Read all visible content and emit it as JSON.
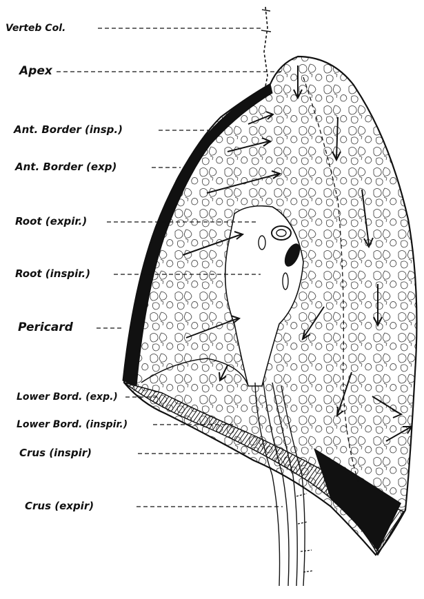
{
  "figure": {
    "ink_color": "#111111",
    "paper_color": "#ffffff",
    "labels": {
      "verteb_col": "Verteb Col.",
      "apex": "Apex",
      "ant_border_insp": "Ant. Border (insp.)",
      "ant_border_exp": "Ant. Border (exp)",
      "root_expir": "Root (expir.)",
      "root_inspir": "Root (inspir.)",
      "pericard": "Pericard",
      "lower_bord_exp": "Lower Bord. (exp.)",
      "lower_bord_inspir": "Lower Bord. (inspir.)",
      "crus_inspir": "Crus (inspir)",
      "crus_expir": "Crus (expir)"
    }
  }
}
